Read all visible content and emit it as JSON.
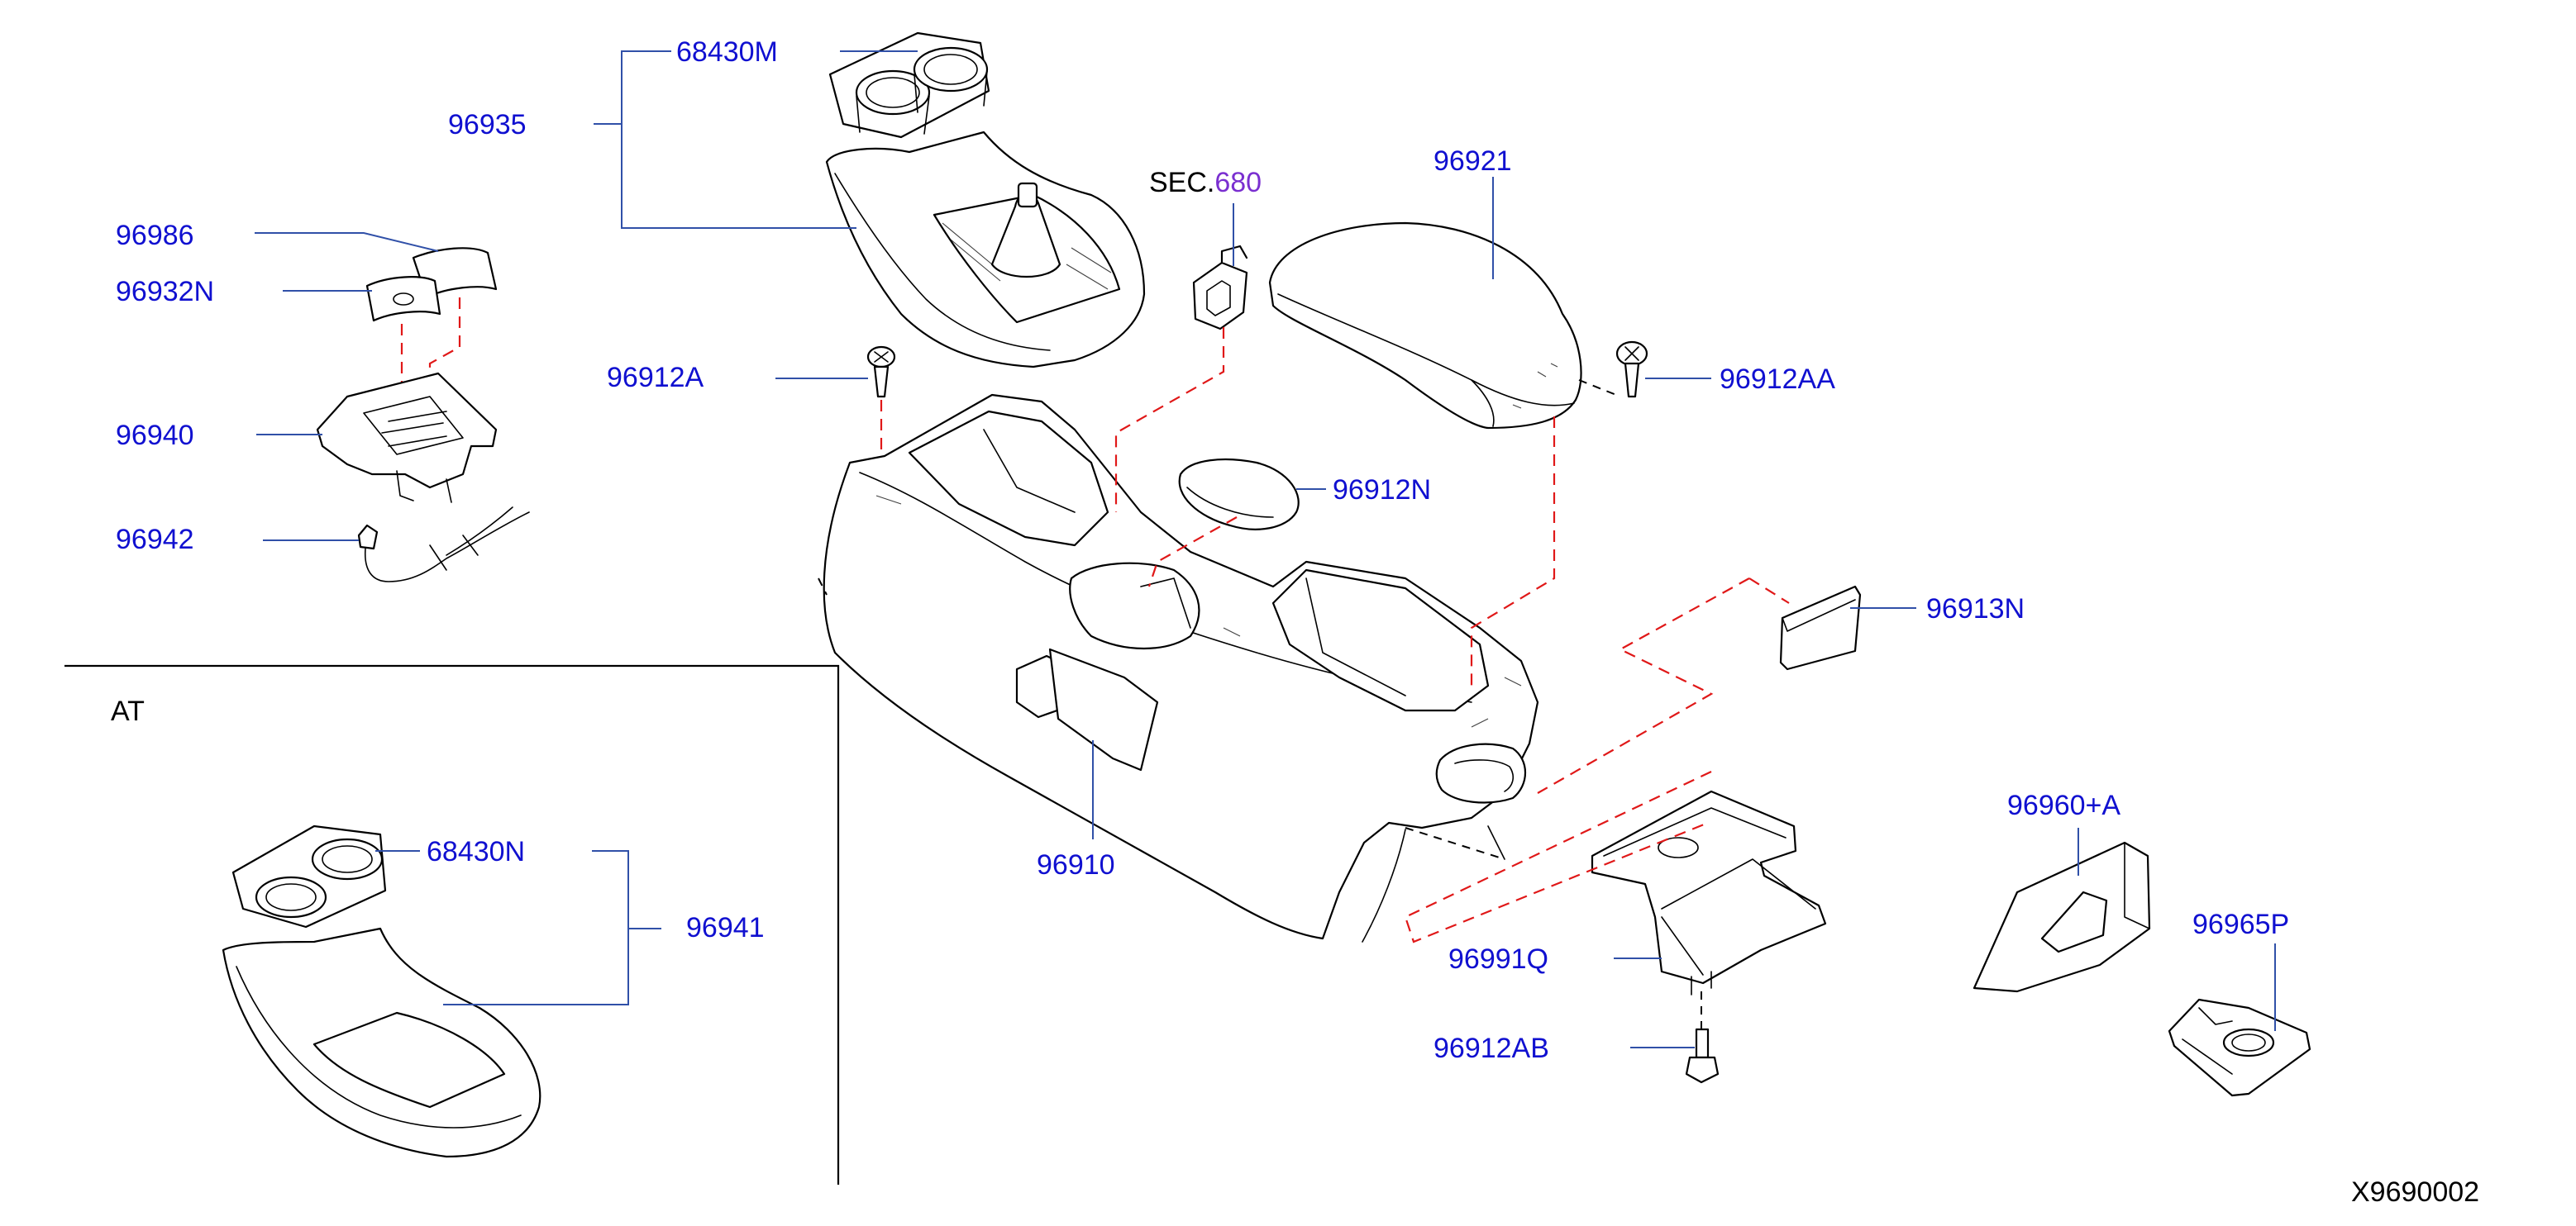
{
  "diagram": {
    "section_ref_prefix": "SEC.",
    "section_ref_number": "680",
    "inset_label": "AT",
    "drawing_number": "X9690002",
    "callouts": {
      "p68430M": "68430M",
      "p96935": "96935",
      "p96986": "96986",
      "p96932N": "96932N",
      "p96940": "96940",
      "p96942": "96942",
      "p96912A": "96912A",
      "p96921": "96921",
      "p96912AA": "96912AA",
      "p96912N": "96912N",
      "p96913N": "96913N",
      "p96910": "96910",
      "p68430N": "68430N",
      "p96941": "96941",
      "p96960A": "96960+A",
      "p96965P": "96965P",
      "p96991Q": "96991Q",
      "p96912AB": "96912AB"
    },
    "colors": {
      "callout_text": "#1010d0",
      "leader_line": "#3050a8",
      "dashed_reference": "#e01818",
      "section_number": "#7a2fd0"
    }
  }
}
